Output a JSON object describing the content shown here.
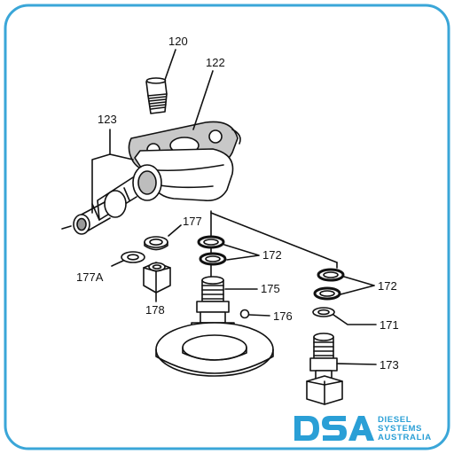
{
  "diagram": {
    "parts": [
      {
        "id": "p120",
        "label": "120"
      },
      {
        "id": "p122",
        "label": "122"
      },
      {
        "id": "p123",
        "label": "123"
      },
      {
        "id": "p177",
        "label": "177"
      },
      {
        "id": "p177a",
        "label": "177A"
      },
      {
        "id": "p178",
        "label": "178"
      },
      {
        "id": "p172a",
        "label": "172"
      },
      {
        "id": "p175",
        "label": "175"
      },
      {
        "id": "p176",
        "label": "176"
      },
      {
        "id": "p172b",
        "label": "172"
      },
      {
        "id": "p171",
        "label": "171"
      },
      {
        "id": "p173",
        "label": "173"
      }
    ]
  },
  "brand": {
    "logo_text": "DSA",
    "line1": "DIESEL",
    "line2": "SYSTEMS",
    "line3": "AUSTRALIA",
    "accent_color": "#2a9fd6",
    "frame_color": "#3aa6d8"
  }
}
